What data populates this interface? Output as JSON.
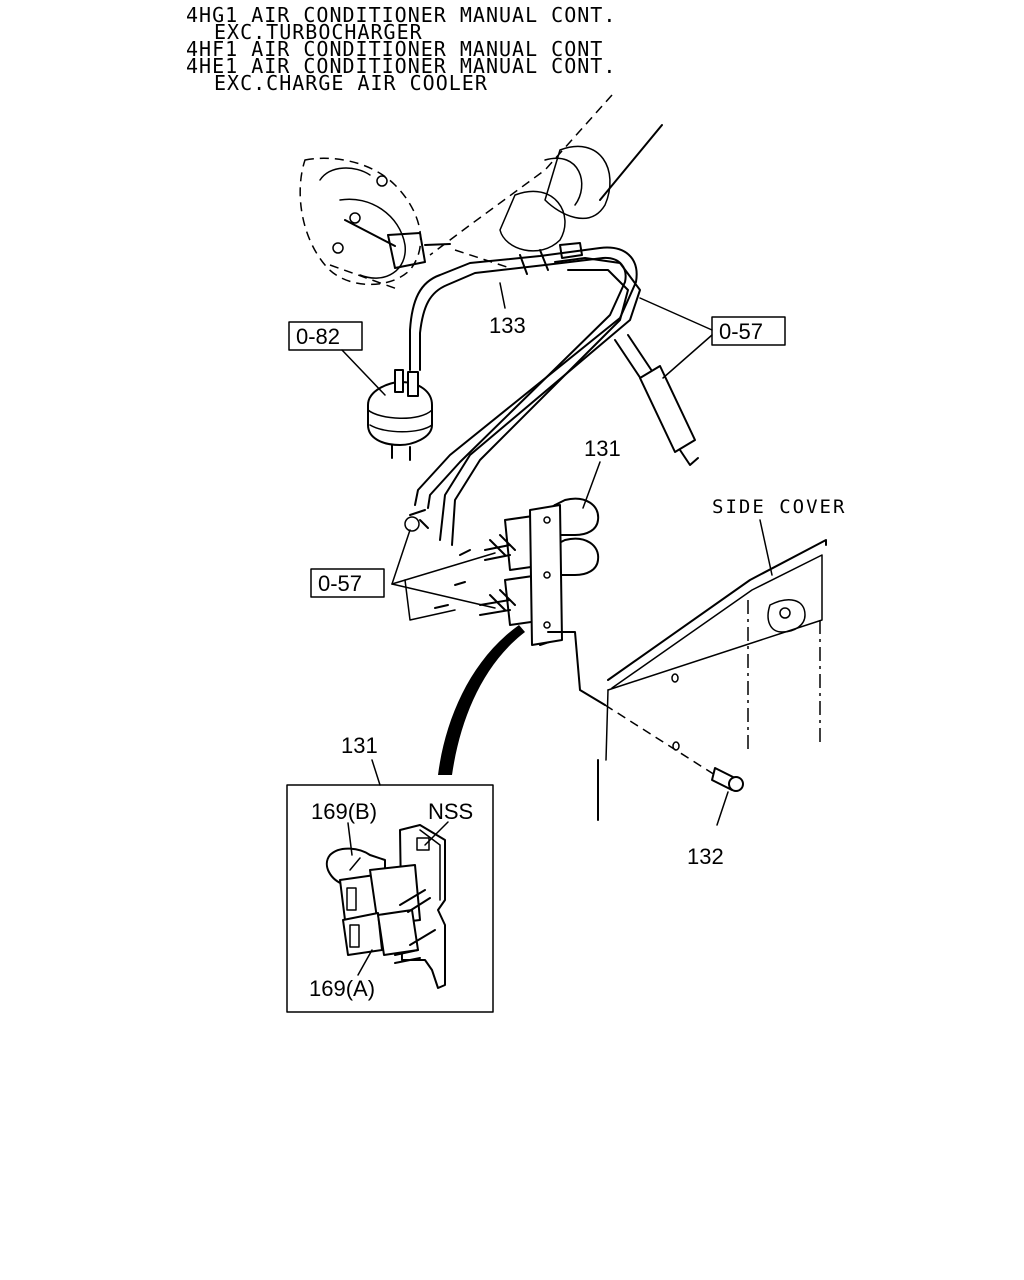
{
  "header": {
    "lines": [
      "4HG1 AIR CONDITIONER MANUAL CONT.",
      "EXC.TURBOCHARGER",
      "4HF1 AIR CONDITIONER MANUAL CONT",
      "4HE1 AIR CONDITIONER MANUAL CONT.",
      "EXC.CHARGE AIR COOLER"
    ]
  },
  "callouts": {
    "part_133": "133",
    "ref_082": "0-82",
    "ref_057_right": "0-57",
    "ref_057_left": "0-57",
    "part_131_top": "131",
    "side_cover": "SIDE COVER",
    "part_132": "132",
    "part_131_detail": "131",
    "part_169b": "169(B)",
    "nss": "NSS",
    "part_169a": "169(A)"
  }
}
